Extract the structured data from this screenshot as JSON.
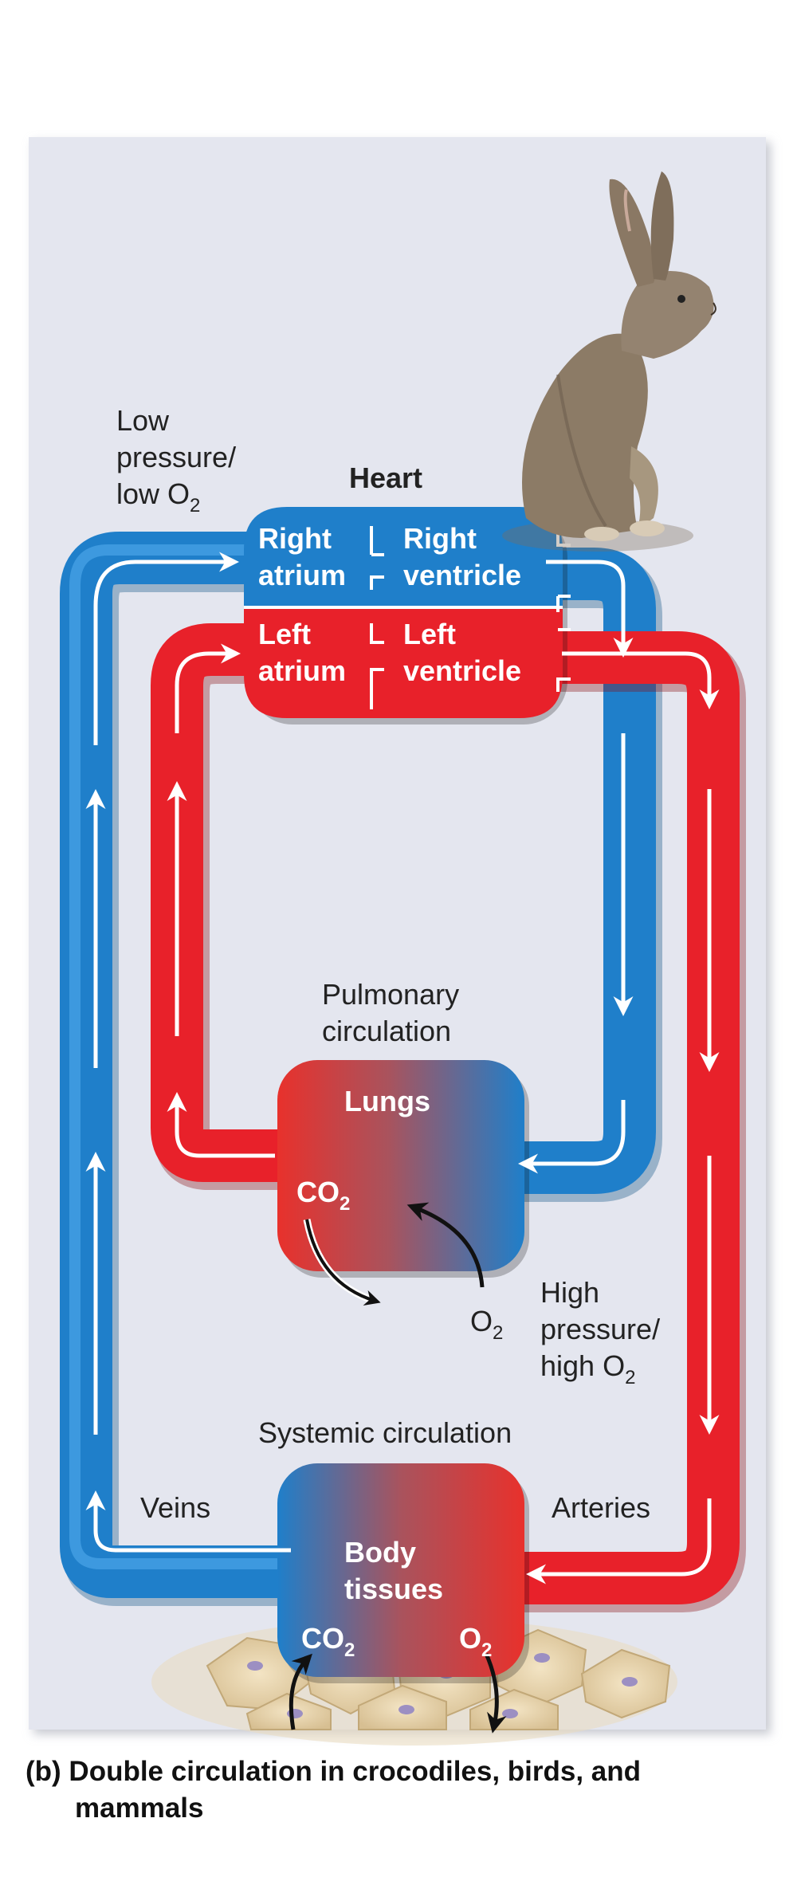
{
  "diagram": {
    "heart_title": "Heart",
    "right_atrium": [
      "Right",
      "atrium"
    ],
    "right_ventricle": [
      "Right",
      "ventricle"
    ],
    "left_atrium": [
      "Left",
      "atrium"
    ],
    "left_ventricle": [
      "Left",
      "ventricle"
    ],
    "low_pressure": [
      "Low",
      "pressure/",
      "low O",
      "2"
    ],
    "high_pressure": [
      "High",
      "pressure/",
      "high O",
      "2"
    ],
    "pulmonary_circulation": [
      "Pulmonary",
      "circulation"
    ],
    "systemic_circulation": "Systemic circulation",
    "lungs": "Lungs",
    "lungs_co2": [
      "CO",
      "2"
    ],
    "lungs_o2": [
      "O",
      "2"
    ],
    "body_tissues": [
      "Body",
      "tissues"
    ],
    "body_co2": [
      "CO",
      "2"
    ],
    "body_o2": [
      "O",
      "2"
    ],
    "veins": "Veins",
    "arteries": "Arteries"
  },
  "caption": {
    "line1": "(b) Double circulation in crocodiles, birds, and",
    "line2": "mammals"
  },
  "colors": {
    "background_panel": "#e4e6ef",
    "oxygen_poor": "#1f7fca",
    "oxygen_rich": "#e8212a"
  },
  "icons": [
    "rabbit-illustration",
    "body-cells-illustration",
    "flow-arrow"
  ]
}
